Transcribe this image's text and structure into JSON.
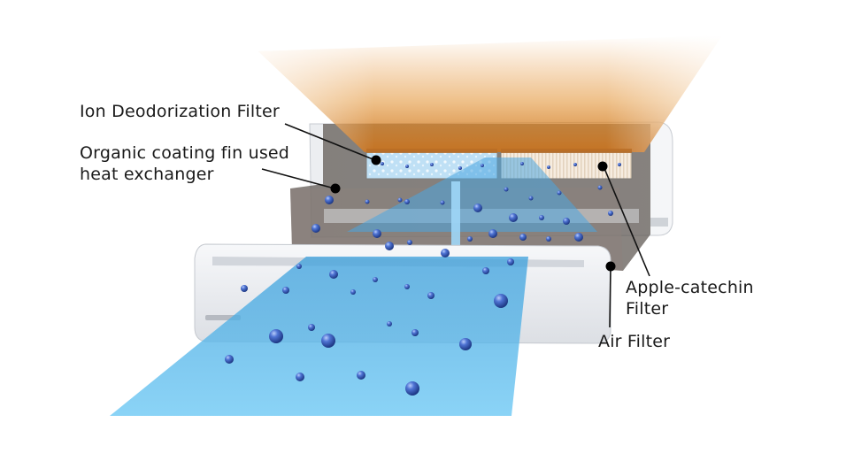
{
  "labels": {
    "ion_filter": "Ion Deodorization Filter",
    "organic_fin_line1": "Organic coating fin used",
    "organic_fin_line2": "heat exchanger",
    "apple_catechin_line1": "Apple-catechin",
    "apple_catechin_line2": "Filter",
    "air_filter": "Air Filter"
  },
  "colors": {
    "warm_air": "#e58a2a",
    "cool_air": "#4ab2ea",
    "ion_particle": "#2f4fb0",
    "unit_body": "#eef0f3",
    "filter_frame": "#6a625c"
  }
}
